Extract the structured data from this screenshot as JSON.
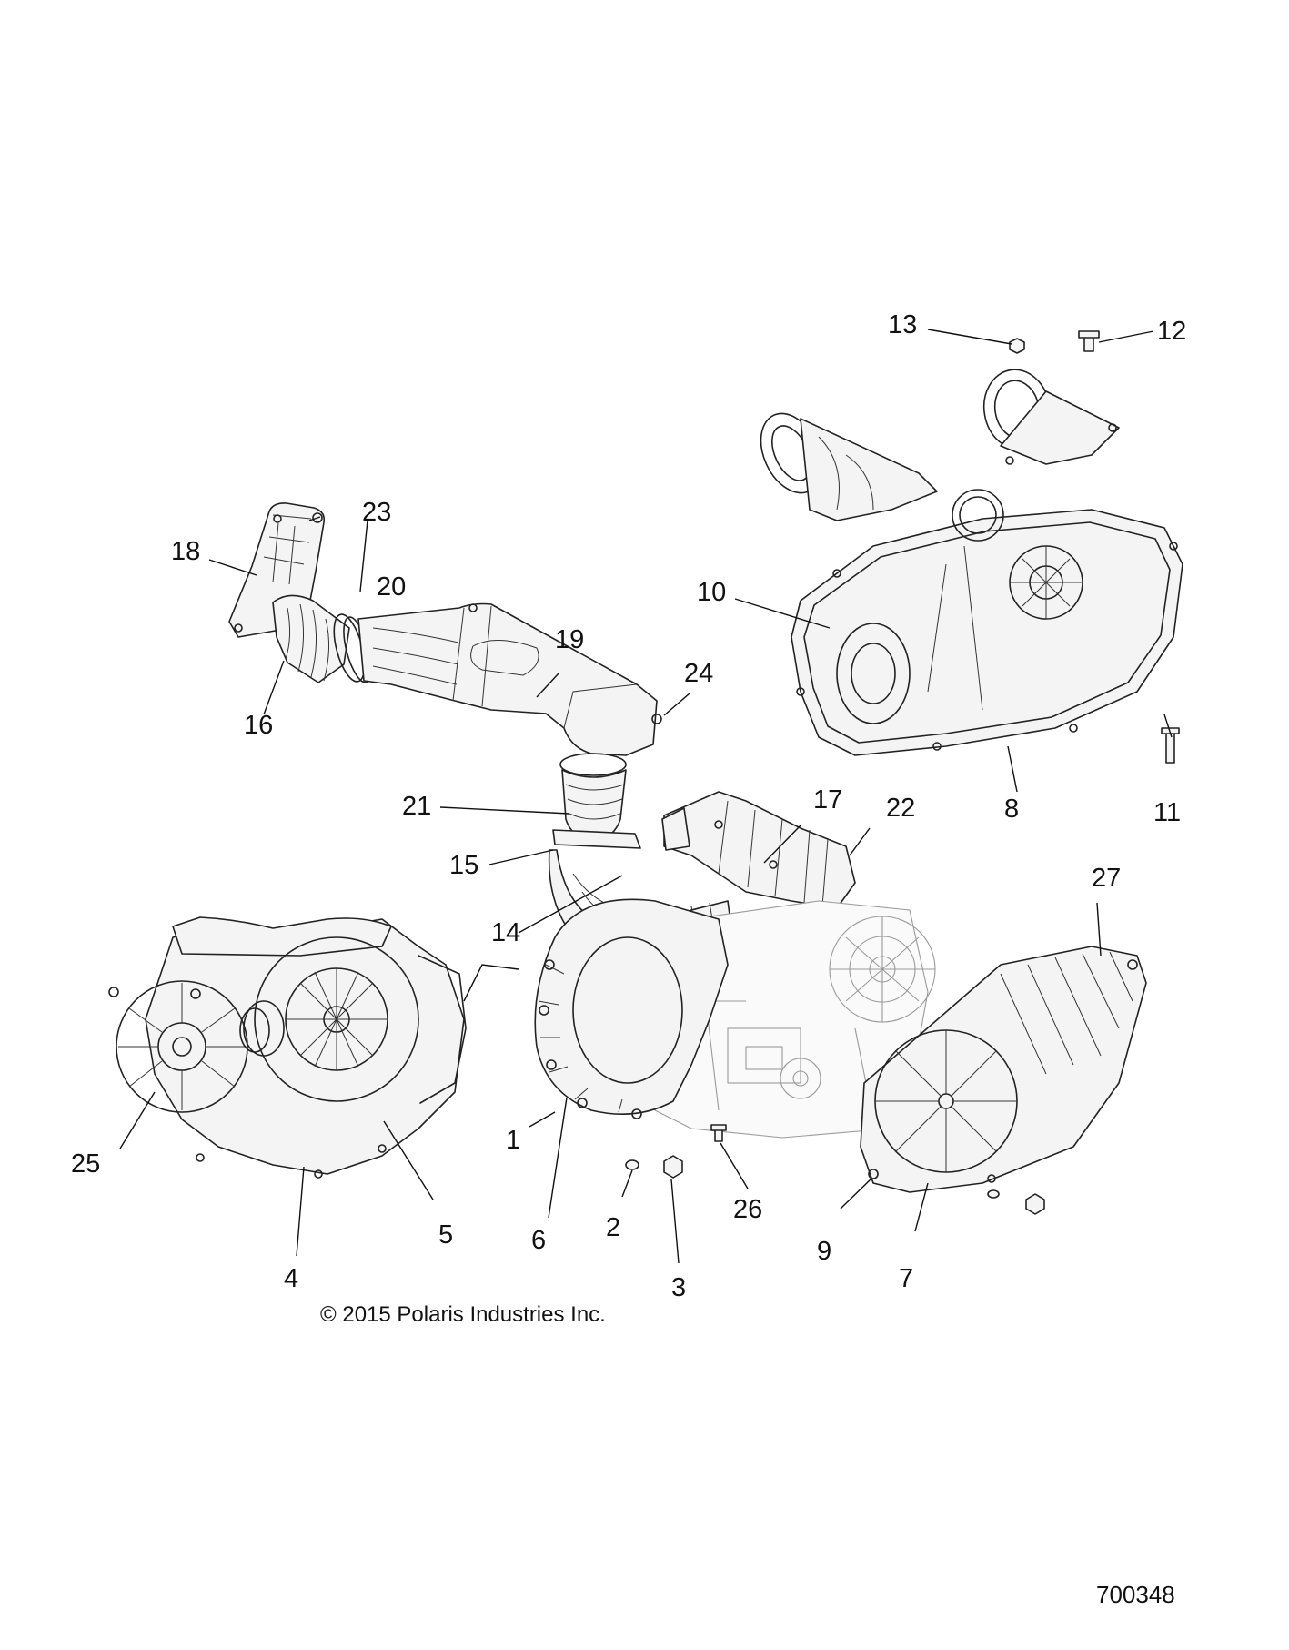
{
  "copyright": "© 2015 Polaris Industries Inc.",
  "drawing_number": "700348",
  "callouts": [
    "1",
    "2",
    "3",
    "4",
    "5",
    "6",
    "7",
    "8",
    "9",
    "10",
    "11",
    "12",
    "13",
    "14",
    "15",
    "16",
    "17",
    "18",
    "19",
    "20",
    "21",
    "22",
    "23",
    "24",
    "25",
    "26",
    "27"
  ]
}
